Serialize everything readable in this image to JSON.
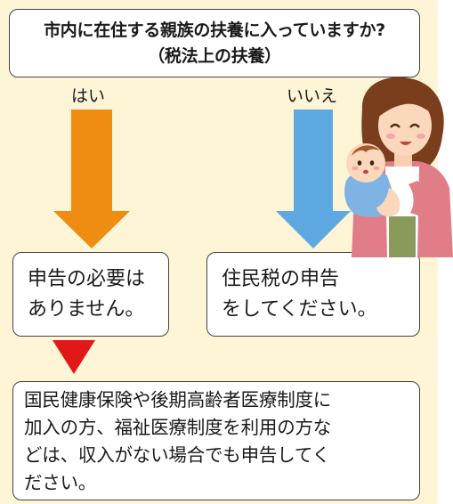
{
  "question": {
    "line1": "市内に在住する親族の扶養に入っていますか?",
    "line2": "（税法上の扶養）"
  },
  "branches": {
    "yes_label": "はい",
    "no_label": "いいえ"
  },
  "results": {
    "yes_line1": "申告の必要は",
    "yes_line2": "ありません。",
    "no_line1": "住民税の申告",
    "no_line2": "をしてください。"
  },
  "note": {
    "lines": [
      "国民健康保険や後期高齢者医療制度に",
      "加入の方、福祉医療制度を利用の方な",
      "どは、収入がない場合でも申告してく",
      "ださい。"
    ]
  },
  "colors": {
    "panel_bg": "#fdf5d6",
    "yes_arrow": "#ef8c12",
    "no_arrow": "#5fa9e2",
    "marker": "#e01818",
    "border": "#444444"
  },
  "icons": {
    "figure": "mother-holding-baby-illustration"
  }
}
